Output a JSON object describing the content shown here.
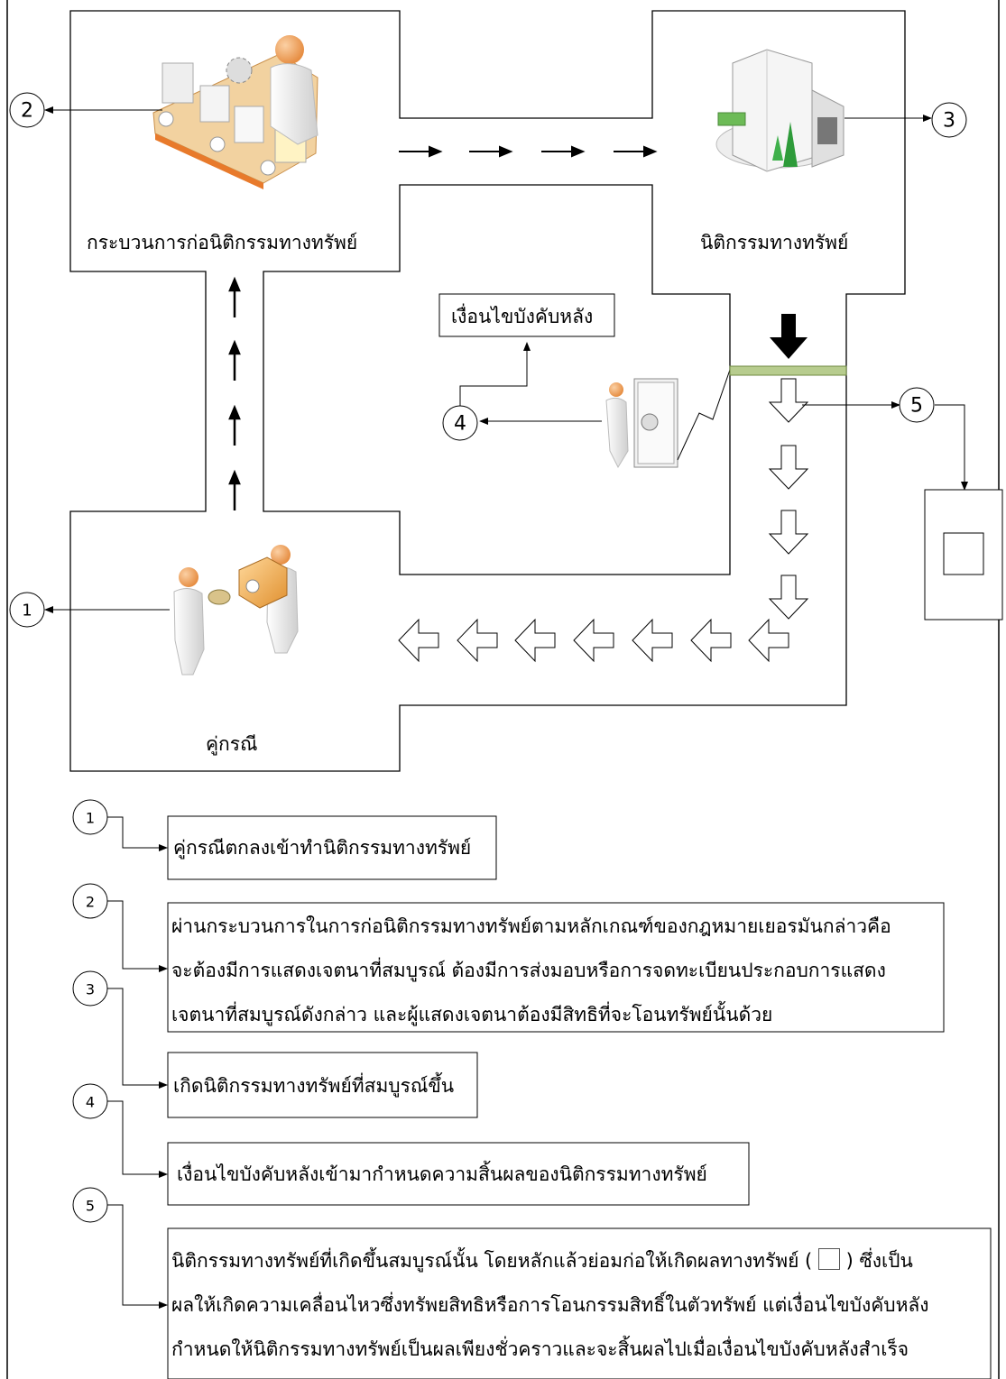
{
  "diagram": {
    "process_label": "กระบวนการก่อนิติกรรมทางทรัพย์",
    "transaction_label": "นิติกรรมทางทรัพย์",
    "condition_label": "เงื่อนไขบังคับหลัง",
    "parties_label": "คู่กรณี",
    "markers": [
      "1",
      "2",
      "3",
      "4",
      "5"
    ]
  },
  "legend": {
    "items": [
      {
        "number": "1",
        "lines": [
          "คู่กรณีตกลงเข้าทำนิติกรรมทางทรัพย์"
        ]
      },
      {
        "number": "2",
        "lines": [
          "ผ่านกระบวนการในการก่อนิติกรรมทางทรัพย์ตามหลักเกณฑ์ของกฎหมายเยอรมันกล่าวคือ",
          "จะต้องมีการแสดงเจตนาที่สมบูรณ์ ต้องมีการส่งมอบหรือการจดทะเบียนประกอบการแสดง",
          "เจตนาที่สมบูรณ์ดังกล่าว และผู้แสดงเจตนาต้องมีสิทธิที่จะโอนทรัพย์นั้นด้วย"
        ]
      },
      {
        "number": "3",
        "lines": [
          "เกิดนิติกรรมทางทรัพย์ที่สมบูรณ์ขึ้น"
        ]
      },
      {
        "number": "4",
        "lines": [
          "เงื่อนไขบังคับหลังเข้ามากำหนดความสิ้นผลของนิติกรรมทางทรัพย์"
        ]
      },
      {
        "number": "5",
        "lines_a": [
          "นิติกรรมทางทรัพย์ที่เกิดขึ้นสมบูรณ์นั้น โดยหลักแล้วย่อมก่อให้เกิดผลทางทรัพย์ (",
          ") ซึ่งเป็น"
        ],
        "lines": [
          "ผลให้เกิดความเคลื่อนไหวซึ่งทรัพยสิทธิหรือการโอนกรรมสิทธิ์ในตัวทรัพย์ แต่เงื่อนไขบังคับหลัง",
          "กำหนดให้นิติกรรมทางทรัพย์เป็นผลเพียงชั่วคราวและจะสิ้นผลไปเมื่อเงื่อนไขบังคับหลังสำเร็จ"
        ]
      }
    ]
  },
  "colors": {
    "line": "#000000",
    "bar": "#b7cc8e",
    "orange": "#f4a155",
    "belt": "#e87a2b"
  }
}
